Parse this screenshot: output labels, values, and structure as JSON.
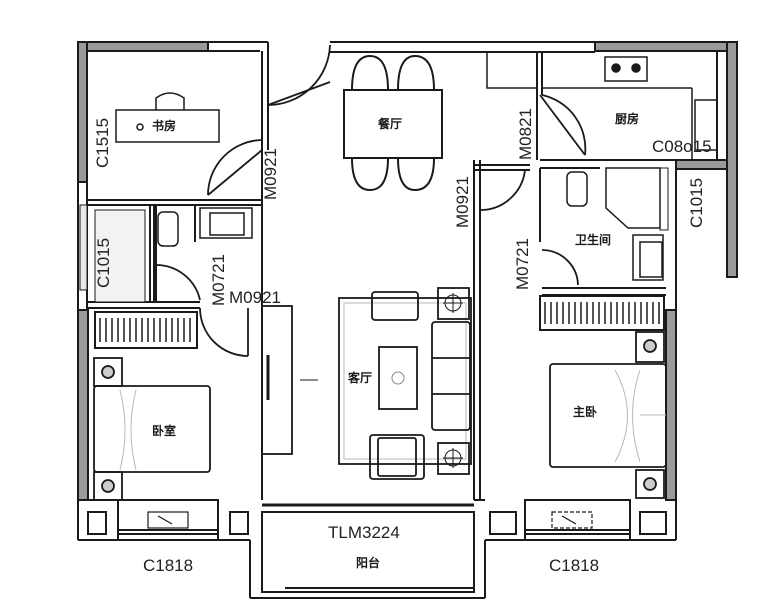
{
  "floor_plan": {
    "rooms": {
      "study": "书房",
      "dining": "餐厅",
      "kitchen": "厨房",
      "bathroom": "卫生间",
      "living": "客厅",
      "bedroom": "卧室",
      "master_bedroom": "主卧",
      "balcony": "阳台"
    },
    "doors": {
      "study_door": "M0921",
      "entry_door": "M0921",
      "kitchen_door": "M0821",
      "bath_left_door": "M0721",
      "bedroom_door": "M0921",
      "master_door": "M0921",
      "bath_right_door": "M0721",
      "balcony_door": "TLM3224"
    },
    "windows": {
      "study_window": "C1515",
      "left_bath_window": "C1015",
      "kitchen_window": "C08o15",
      "right_bath_window": "C1015",
      "bedroom_window": "C1818",
      "master_window": "C1818"
    },
    "colors": {
      "wall_line": "#1a1a1a",
      "wall_fill": "#9a9a9a",
      "background": "#ffffff",
      "furniture_light": "#b8b8b8"
    }
  }
}
